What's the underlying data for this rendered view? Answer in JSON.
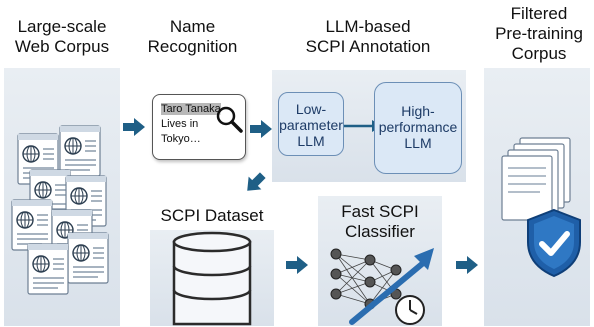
{
  "stages": {
    "corpus_title": [
      "Large-scale",
      "Web Corpus"
    ],
    "name_title": [
      "Name",
      "Recognition"
    ],
    "llm_title": [
      "LLM-based",
      "SCPI Annotation"
    ],
    "filtered_title": [
      "Filtered",
      "Pre-training",
      "Corpus"
    ],
    "dataset_title": "SCPI Dataset",
    "classifier_title": [
      "Fast SCPI",
      "Classifier"
    ]
  },
  "name_note": {
    "highlight": "Taro Tanaka",
    "line2": "Lives in",
    "line3": "Tokyo…"
  },
  "llm_boxes": {
    "low": [
      "Low-",
      "parameter",
      "LLM"
    ],
    "high": [
      "High-",
      "performance",
      "LLM"
    ]
  },
  "icons": [
    "document-stack-icon",
    "magnifier-icon",
    "database-icon",
    "neural-network-icon",
    "clock-icon",
    "shield-check-icon",
    "arrow-icon"
  ],
  "colors": {
    "arrow": "#1f5f86",
    "panel": "#e3e9ef",
    "llm_box_fill": "#dbe8f6",
    "llm_box_border": "#6c8fb6",
    "shield": "#1f5fa8"
  }
}
